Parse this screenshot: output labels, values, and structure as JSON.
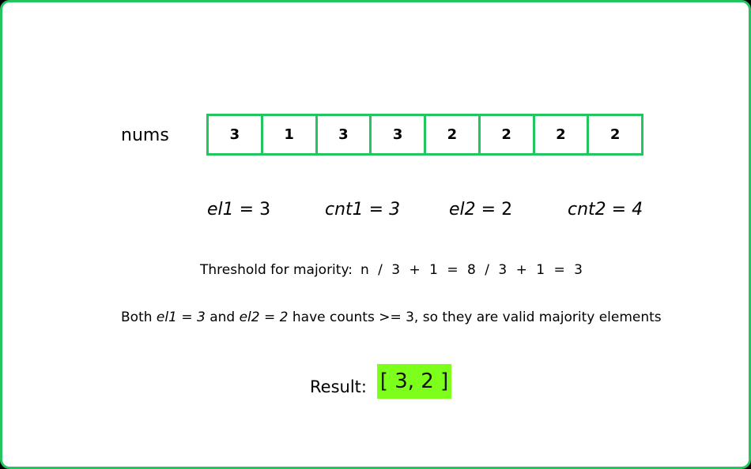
{
  "nums": {
    "label": "nums",
    "values": [
      "3",
      "1",
      "3",
      "3",
      "2",
      "2",
      "2",
      "2"
    ]
  },
  "vars": {
    "el1": {
      "name": "el1",
      "eq": " = ",
      "value": "3"
    },
    "cnt1": {
      "name": "cnt1",
      "eq": " = ",
      "value": "3"
    },
    "el2": {
      "name": "el2",
      "eq": " = ",
      "value": "2"
    },
    "cnt2": {
      "name": "cnt2",
      "eq": " = ",
      "value": "4"
    }
  },
  "threshold": {
    "label": "Threshold for majority:",
    "formula": "n / 3 + 1 = 8 / 3 + 1 = 3"
  },
  "note": {
    "prefix": "Both ",
    "el1": "el1 = 3",
    "and": " and ",
    "el2": "el2 = 2",
    "suffix": " have counts >= 3, so they are valid majority elements"
  },
  "result": {
    "label": "Result:",
    "value": "[ 3, 2 ]"
  },
  "colors": {
    "border": "#22c55e",
    "result_highlight": "#7cff1a"
  }
}
